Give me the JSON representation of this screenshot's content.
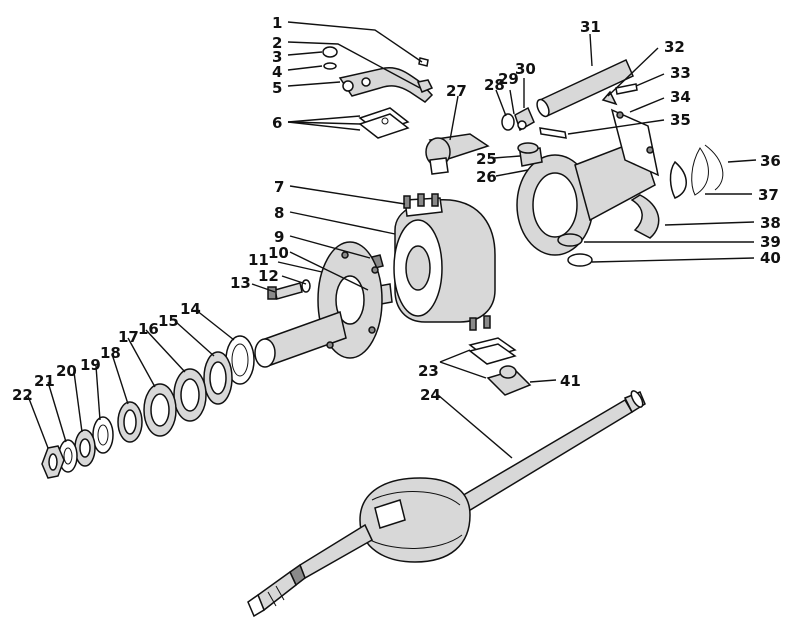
{
  "callouts": [
    {
      "id": "1",
      "text": "1"
    },
    {
      "id": "2",
      "text": "2"
    },
    {
      "id": "3",
      "text": "3"
    },
    {
      "id": "4",
      "text": "4"
    },
    {
      "id": "5",
      "text": "5"
    },
    {
      "id": "6",
      "text": "6"
    },
    {
      "id": "7",
      "text": "7"
    },
    {
      "id": "8",
      "text": "8"
    },
    {
      "id": "9",
      "text": "9"
    },
    {
      "id": "10",
      "text": "10"
    },
    {
      "id": "11",
      "text": "11"
    },
    {
      "id": "12",
      "text": "12"
    },
    {
      "id": "13",
      "text": "13"
    },
    {
      "id": "14",
      "text": "14"
    },
    {
      "id": "15",
      "text": "15"
    },
    {
      "id": "16",
      "text": "16"
    },
    {
      "id": "17",
      "text": "17"
    },
    {
      "id": "18",
      "text": "18"
    },
    {
      "id": "19",
      "text": "19"
    },
    {
      "id": "20",
      "text": "20"
    },
    {
      "id": "21",
      "text": "21"
    },
    {
      "id": "22",
      "text": "22"
    },
    {
      "id": "23",
      "text": "23"
    },
    {
      "id": "24",
      "text": "24"
    },
    {
      "id": "25",
      "text": "25"
    },
    {
      "id": "26",
      "text": "26"
    },
    {
      "id": "27",
      "text": "27"
    },
    {
      "id": "28",
      "text": "28"
    },
    {
      "id": "29",
      "text": "29"
    },
    {
      "id": "30",
      "text": "30"
    },
    {
      "id": "31",
      "text": "31"
    },
    {
      "id": "32",
      "text": "32"
    },
    {
      "id": "33",
      "text": "33"
    },
    {
      "id": "34",
      "text": "34"
    },
    {
      "id": "35",
      "text": "35"
    },
    {
      "id": "36",
      "text": "36"
    },
    {
      "id": "37",
      "text": "37"
    },
    {
      "id": "38",
      "text": "38"
    },
    {
      "id": "39",
      "text": "39"
    },
    {
      "id": "40",
      "text": "40"
    },
    {
      "id": "41",
      "text": "41"
    }
  ]
}
